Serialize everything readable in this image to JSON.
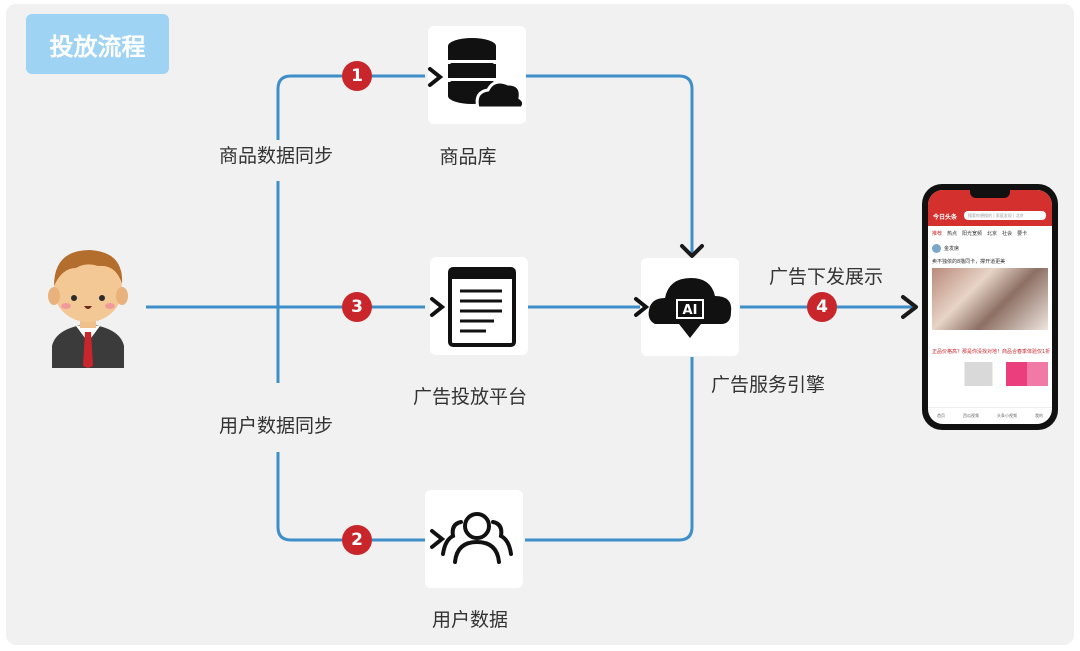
{
  "title": "投放流程",
  "labels": {
    "product_sync": "商品数据同步",
    "user_sync": "用户数据同步",
    "ad_delivery": "广告下发展示"
  },
  "nodes": {
    "product_db": {
      "label": "商品库",
      "icon": "database-cloud-icon"
    },
    "ad_platform": {
      "label": "广告投放平台",
      "icon": "browser-window-icon"
    },
    "user_data": {
      "label": "用户数据",
      "icon": "user-group-icon"
    },
    "ad_engine": {
      "label": "广告服务引擎",
      "icon": "ai-cloud-icon",
      "ai_text": "AI"
    }
  },
  "steps": [
    "1",
    "2",
    "3",
    "4"
  ],
  "phone": {
    "logo": "今日头条",
    "search": "搜索你想搜的 | 家庭发现 | 北京",
    "tabs": [
      "推荐",
      "热点",
      "阳光宽频",
      "北京",
      "社会",
      "要卡"
    ],
    "author": "金发席",
    "headline": "卖不独依的8撸同卡，撑开道更美",
    "caption": "正品价格高？那是你没找对地！商品合春季体验仅1折",
    "nav": [
      "首页",
      "西瓜视频",
      "头条小视频",
      "我的"
    ]
  },
  "colors": {
    "line": "#3d8ec9",
    "step": "#c8262b",
    "badge": "#9fd3f3",
    "background": "#f1f1f1"
  }
}
